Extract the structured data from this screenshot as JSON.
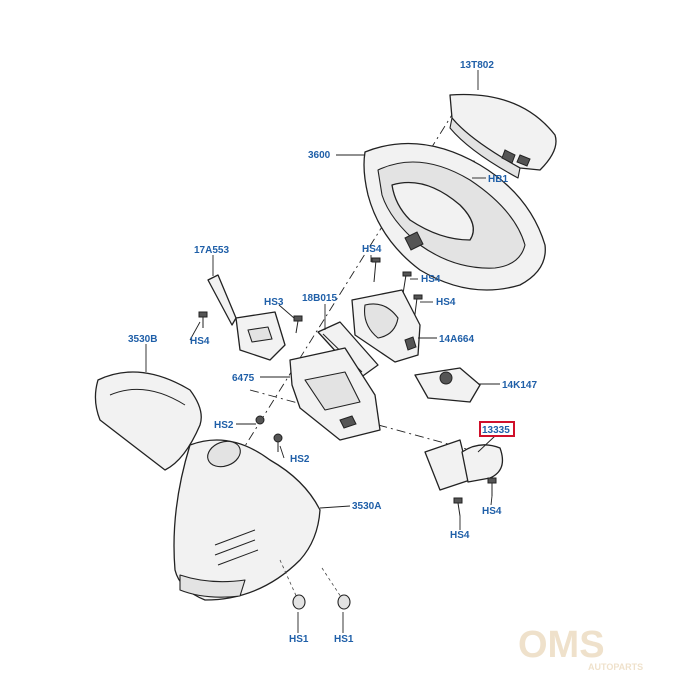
{
  "labels": {
    "airbag": "13T802",
    "wheel": "3600",
    "hb1": "HB1",
    "left_stalk": "17A553",
    "hs4_a": "HS4",
    "hs4_b": "HS4",
    "bracket": "18B015",
    "hs4_c": "HS4",
    "hs3": "HS3",
    "hs4_d": "HS4",
    "clockspring": "14A664",
    "upper_shroud": "3530B",
    "lock": "6475",
    "switch_14k147": "14K147",
    "right_stalk": "13335",
    "hs2_a": "HS2",
    "hs2_b": "HS2",
    "lower_shroud": "3530A",
    "hs4_e": "HS4",
    "hs4_f": "HS4",
    "hs1_a": "HS1",
    "hs1_b": "HS1"
  },
  "watermark": {
    "brand": "OMS",
    "tagline": "AUTOPARTS"
  },
  "colors": {
    "label": "#1f5fa8",
    "highlight": "#d0102a",
    "watermark": "#ead8ba"
  }
}
